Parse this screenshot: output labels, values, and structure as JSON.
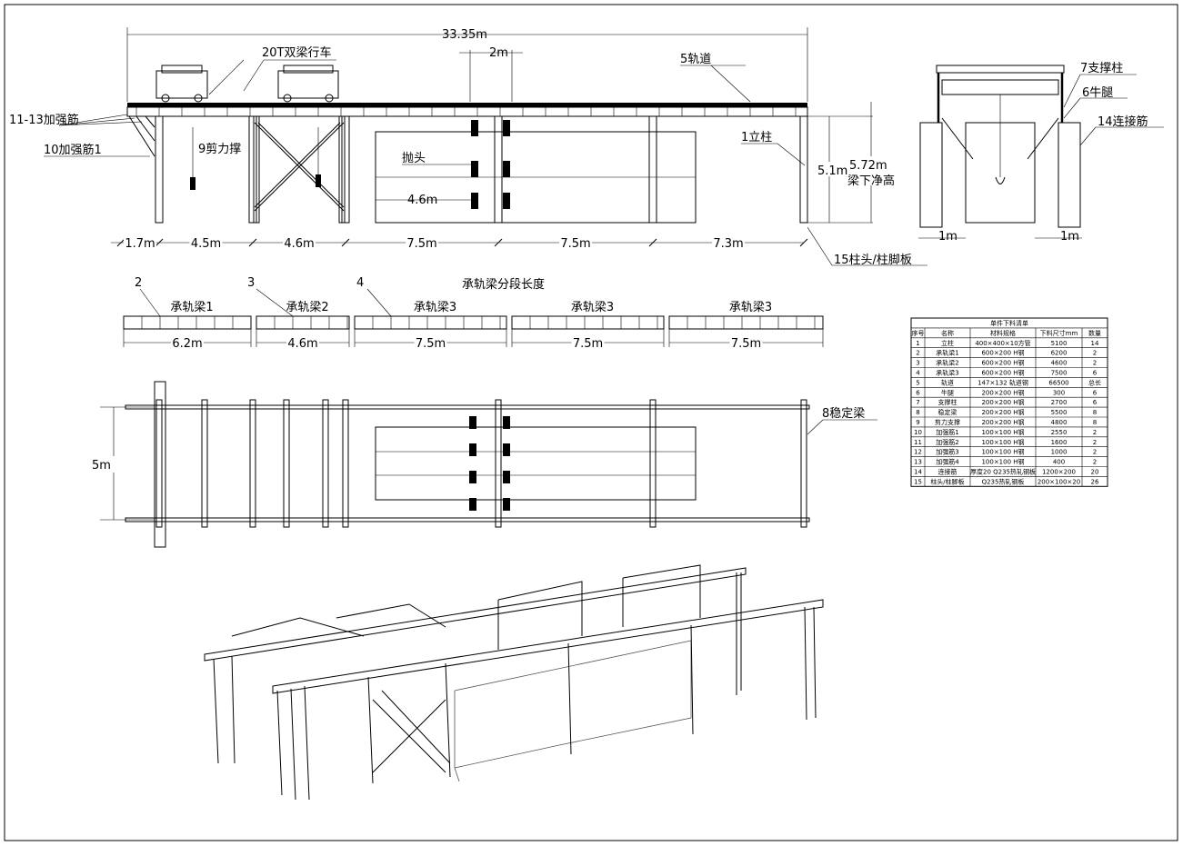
{
  "elevation": {
    "total_length": "33.35m",
    "crane": "20T双梁行车",
    "gap": "2m",
    "rail": "5轨道",
    "stiffener_11_13": "11-13加强筋",
    "stiffener_10": "10加强筋1",
    "shear_brace": "9剪力撑",
    "column": "1立柱",
    "overhang": "抛头",
    "overhang_len": "4.6m",
    "height_51": "5.1m",
    "height_572": "5.72m",
    "clear_height": "梁下净高",
    "base_plate": "15柱头/柱脚板",
    "spans": [
      "1.7m",
      "4.5m",
      "4.6m",
      "7.5m",
      "7.5m",
      "7.3m"
    ]
  },
  "side_view": {
    "support_column": "7支撑柱",
    "bracket": "6牛腿",
    "connector": "14连接筋",
    "left_dim": "1m",
    "right_dim": "1m"
  },
  "segments": {
    "title": "承轨梁分段长度",
    "items": [
      {
        "num": "2",
        "name": "承轨梁1",
        "len": "6.2m"
      },
      {
        "num": "3",
        "name": "承轨梁2",
        "len": "4.6m"
      },
      {
        "num": "4",
        "name": "承轨梁3",
        "len": "7.5m"
      },
      {
        "num": "",
        "name": "承轨梁3",
        "len": "7.5m"
      },
      {
        "num": "",
        "name": "承轨梁3",
        "len": "7.5m"
      }
    ]
  },
  "plan": {
    "width": "5m",
    "stabilizer": "8稳定梁"
  },
  "bom": {
    "title": "单件下料清单",
    "headers": [
      "序号",
      "名称",
      "材料规格",
      "下料尺寸mm",
      "数量"
    ],
    "rows": [
      [
        "1",
        "立柱",
        "400×400×10方管",
        "5100",
        "14"
      ],
      [
        "2",
        "承轨梁1",
        "600×200 H钢",
        "6200",
        "2"
      ],
      [
        "3",
        "承轨梁2",
        "600×200 H钢",
        "4600",
        "2"
      ],
      [
        "4",
        "承轨梁3",
        "600×200 H钢",
        "7500",
        "6"
      ],
      [
        "5",
        "轨道",
        "147×132 轨道钢",
        "66500",
        "总长"
      ],
      [
        "6",
        "牛腿",
        "200×200 H钢",
        "300",
        "6"
      ],
      [
        "7",
        "支撑柱",
        "200×200 H钢",
        "2700",
        "6"
      ],
      [
        "8",
        "稳定梁",
        "200×200 H钢",
        "5500",
        "8"
      ],
      [
        "9",
        "剪力支撑",
        "200×200 H钢",
        "4800",
        "8"
      ],
      [
        "10",
        "加强筋1",
        "100×100 H钢",
        "2550",
        "2"
      ],
      [
        "11",
        "加强筋2",
        "100×100 H钢",
        "1600",
        "2"
      ],
      [
        "12",
        "加强筋3",
        "100×100 H钢",
        "1000",
        "2"
      ],
      [
        "13",
        "加强筋4",
        "100×100 H钢",
        "400",
        "2"
      ],
      [
        "14",
        "连接筋",
        "厚度20 Q235热轧钢板",
        "1200×200",
        "20"
      ],
      [
        "15",
        "柱头/柱脚板",
        "Q235热轧钢板",
        "200×100×20",
        "26"
      ]
    ]
  }
}
